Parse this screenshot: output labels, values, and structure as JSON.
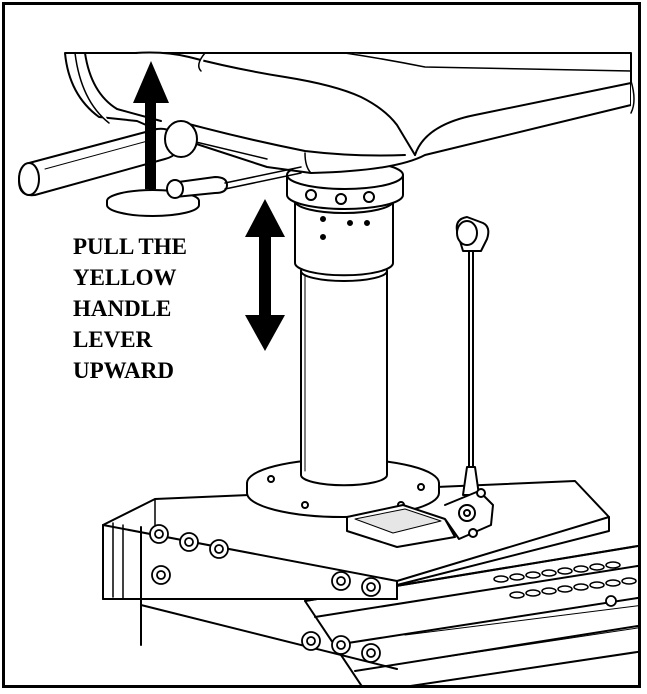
{
  "instruction": {
    "lines": [
      "PULL THE",
      "YELLOW",
      "HANDLE",
      "LEVER",
      "UPWARD"
    ]
  },
  "colors": {
    "line": "#000000",
    "fill": "#ffffff",
    "shade": "#e6e6e6"
  },
  "icons": {
    "up_arrow": "arrow-up-icon",
    "vertical_arrow": "arrow-up-down-icon"
  }
}
